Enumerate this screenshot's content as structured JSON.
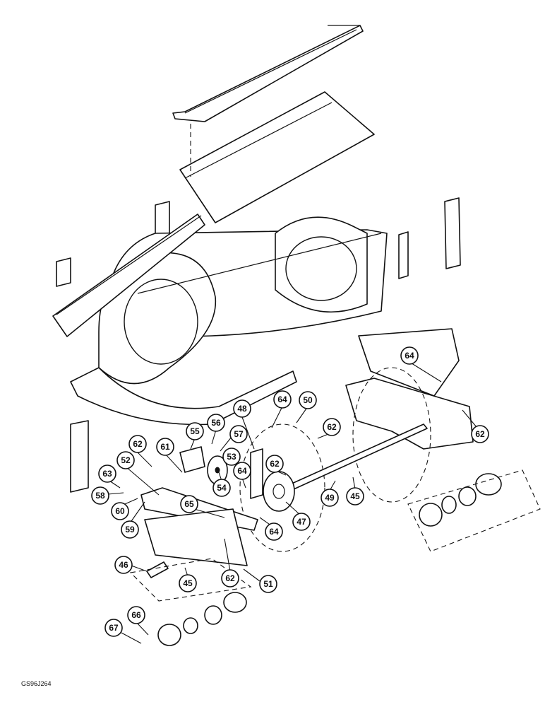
{
  "figure_code": "GS96J264",
  "callouts": [
    "64",
    "64",
    "50",
    "48",
    "62",
    "62",
    "56",
    "55",
    "57",
    "62",
    "61",
    "53",
    "52",
    "64",
    "62",
    "63",
    "54",
    "45",
    "58",
    "65",
    "49",
    "47",
    "60",
    "64",
    "59",
    "46",
    "45",
    "62",
    "51",
    "66",
    "67"
  ]
}
